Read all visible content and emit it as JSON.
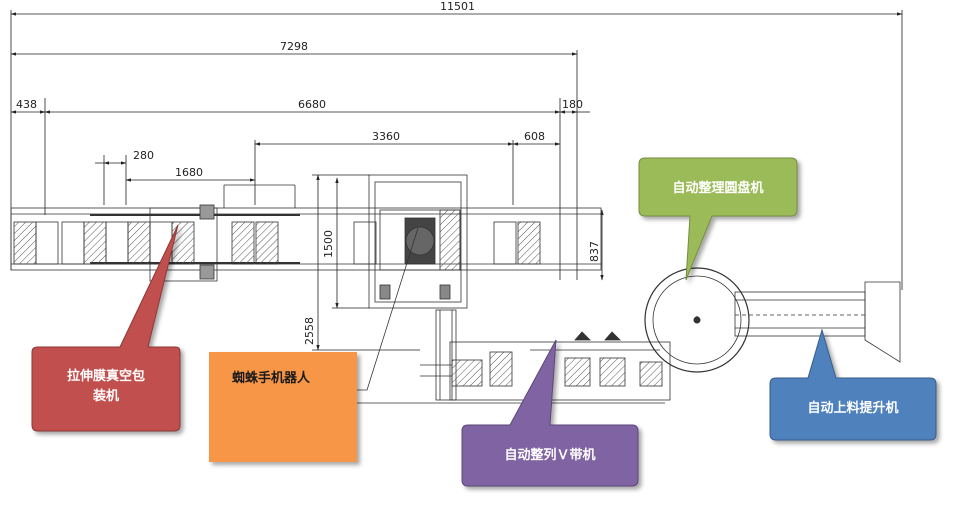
{
  "dimensions": {
    "overall": "11501",
    "line_length": "7298",
    "left_offset": "438",
    "main_span": "6680",
    "right_gap": "180",
    "robot_span": "3360",
    "outfeed_gap": "608",
    "pitch": "280",
    "wrapper_len": "1680",
    "robot_height": "1500",
    "infeed_height": "837",
    "vertical_total": "2558"
  },
  "callouts": {
    "stretch_wrapper": {
      "line1": "拉伸膜真空包",
      "line2": "装机",
      "color": "#c0504d"
    },
    "spider_robot": {
      "label": "蜘蛛手机器人",
      "color": "#f79646"
    },
    "v_belt": {
      "label": "自动整列Ｖ带机",
      "color": "#8064a2"
    },
    "rotary_table": {
      "label": "自动整理圆盘机",
      "color": "#9bbb59"
    },
    "elevator": {
      "label": "自动上料提升机",
      "color": "#4f81bd"
    }
  }
}
